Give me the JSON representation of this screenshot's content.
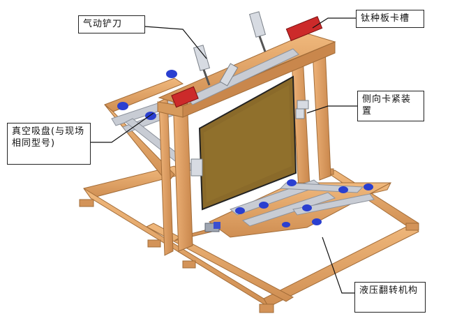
{
  "labels": {
    "pneumatic_blade": "气动铲刀",
    "titanium_slot": "钛种板卡槽",
    "side_clamp": "侧向卡紧装置",
    "vacuum_cup": "真空吸盘(与现场相同型号)",
    "hydraulic_flip": "液压翻转机构"
  },
  "colors": {
    "frame": "#e2a064",
    "frame_dark": "#b87a40",
    "plate": "#8a6a2a",
    "plate_edge": "#222222",
    "clamp_red": "#cc2a2a",
    "cup_blue": "#2a3fd0",
    "steel": "#c8ccd4"
  }
}
